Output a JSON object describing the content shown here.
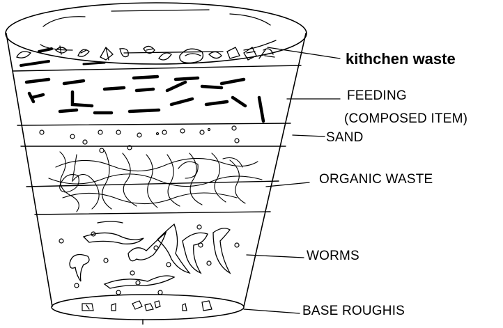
{
  "diagram": {
    "layers": [
      {
        "name": "kitchen-waste",
        "label": "kithchen waste"
      },
      {
        "name": "feeding",
        "label_line1": "FEEDING",
        "label_line2": "(COMPOSED ITEM)"
      },
      {
        "name": "sand",
        "label": "SAND"
      },
      {
        "name": "organic-waste",
        "label": "ORGANIC WASTE"
      },
      {
        "name": "worms",
        "label": "WORMS"
      },
      {
        "name": "base",
        "label": "BASE ROUGHIS"
      }
    ],
    "stroke_color": "#000000",
    "background": "#ffffff"
  }
}
